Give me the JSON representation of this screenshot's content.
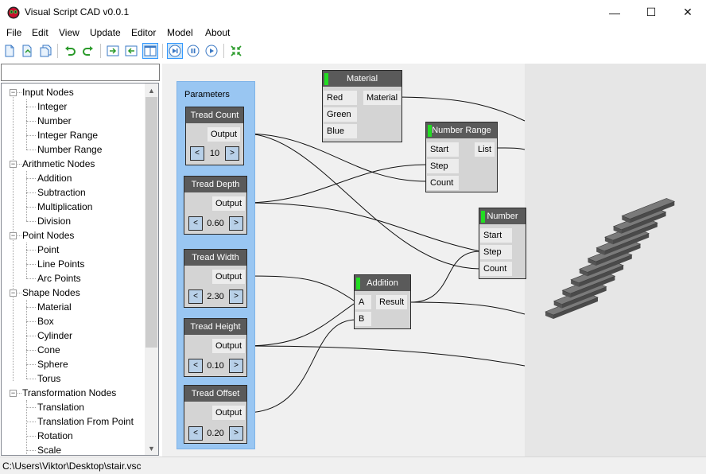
{
  "window": {
    "title": "Visual Script CAD v0.0.1",
    "minimize_glyph": "—",
    "maximize_glyph": "☐",
    "close_glyph": "✕"
  },
  "menu": [
    "File",
    "Edit",
    "View",
    "Update",
    "Editor",
    "Model",
    "About"
  ],
  "toolbar": {
    "icons": [
      "new-file-icon",
      "open-file-icon",
      "save-file-icon",
      "undo-icon",
      "redo-icon",
      "import-icon",
      "export-icon",
      "split-view-icon",
      "step-icon",
      "pause-icon",
      "play-icon",
      "fit-view-icon"
    ],
    "active": "split-view-icon"
  },
  "search": {
    "value": "",
    "placeholder": ""
  },
  "tree": {
    "categories": [
      {
        "label": "Input Nodes",
        "items": [
          "Integer",
          "Number",
          "Integer Range",
          "Number Range"
        ]
      },
      {
        "label": "Arithmetic Nodes",
        "items": [
          "Addition",
          "Subtraction",
          "Multiplication",
          "Division"
        ]
      },
      {
        "label": "Point Nodes",
        "items": [
          "Point",
          "Line Points",
          "Arc Points"
        ]
      },
      {
        "label": "Shape Nodes",
        "items": [
          "Material",
          "Box",
          "Cylinder",
          "Cone",
          "Sphere",
          "Torus"
        ]
      },
      {
        "label": "Transformation Nodes",
        "items": [
          "Translation",
          "Translation From Point",
          "Rotation",
          "Scale"
        ]
      }
    ],
    "toggle_glyph": "−"
  },
  "status": {
    "path": "C:\\Users\\Viktor\\Desktop\\stair.vsc"
  },
  "group": {
    "title": "Parameters"
  },
  "nodes": {
    "tread_count": {
      "title": "Tread Count",
      "output": "Output",
      "value": "10",
      "dec": "<",
      "inc": ">"
    },
    "tread_depth": {
      "title": "Tread Depth",
      "output": "Output",
      "value": "0.60",
      "dec": "<",
      "inc": ">"
    },
    "tread_width": {
      "title": "Tread Width",
      "output": "Output",
      "value": "2.30",
      "dec": "<",
      "inc": ">"
    },
    "tread_height": {
      "title": "Tread Height",
      "output": "Output",
      "value": "0.10",
      "dec": "<",
      "inc": ">"
    },
    "tread_offset": {
      "title": "Tread Offset",
      "output": "Output",
      "value": "0.20",
      "dec": "<",
      "inc": ">"
    },
    "material": {
      "title": "Material",
      "inputs": [
        "Red",
        "Green",
        "Blue"
      ],
      "output": "Material"
    },
    "number_range": {
      "title": "Number Range",
      "inputs": [
        "Start",
        "Step",
        "Count"
      ],
      "output": "List"
    },
    "number": {
      "title": "Number",
      "inputs": [
        "Start",
        "Step",
        "Count"
      ]
    },
    "addition": {
      "title": "Addition",
      "inputs": [
        "A",
        "B"
      ],
      "output": "Result"
    }
  },
  "colors": {
    "group": "#99c6f2",
    "node_header": "#5a5a5a",
    "node_body": "#d4d4d4",
    "status_mark": "#22dd22",
    "stepper_button": "#b8d0e8",
    "viewport": "#e6e6e6",
    "tread": "#555555"
  }
}
